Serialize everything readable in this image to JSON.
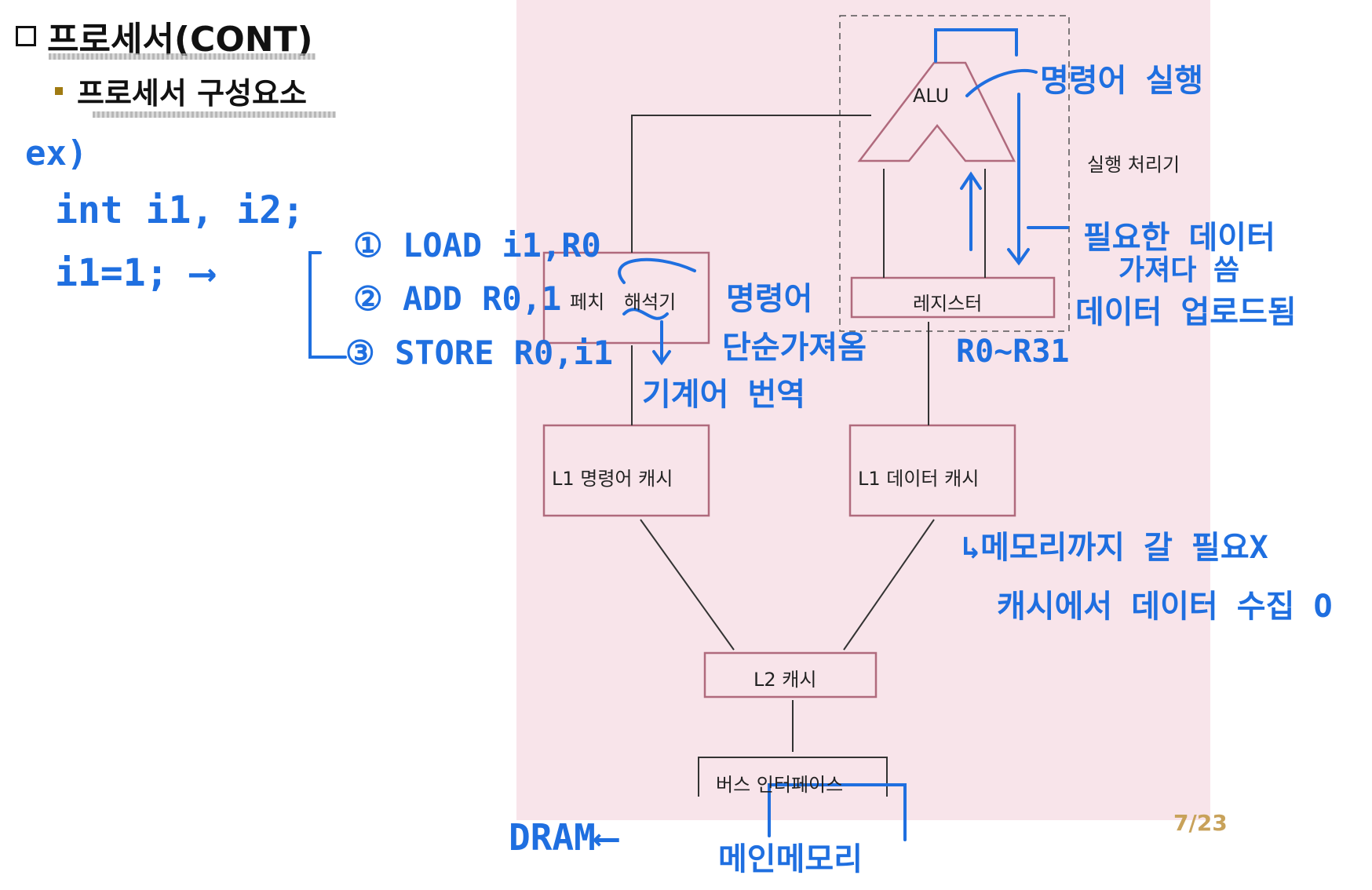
{
  "header": {
    "title": "프로세서(CONT)",
    "subtitle": "프로세서 구성요소"
  },
  "diagram": {
    "alu": "ALU",
    "execution_unit": "실행 처리기",
    "fetch_decoder_a": "페치",
    "fetch_decoder_b": "해석기",
    "register": "레지스터",
    "l1_instruction_cache": "L1 명령어 캐시",
    "l1_data_cache": "L1 데이터 캐시",
    "l2_cache": "L2 캐시",
    "bus_interface": "버스 인터페이스"
  },
  "notes": {
    "ex": "ex)",
    "decl": "int i1, i2;",
    "assign": "i1=1;  ⟶",
    "step1": "① LOAD i1,R0",
    "step2": "② ADD R0,1",
    "step3": "③ STORE R0,i1",
    "instr_exec": "명령어 실행",
    "instr_fetch_1": "명령어",
    "instr_fetch_2": "단순가져옴",
    "decode": "기계어 번역",
    "need_data_1": "필요한 데이터",
    "need_data_2": "가져다 씀",
    "data_upload": "데이터 업로드됨",
    "reg_range": "R0~R31",
    "no_memory": "↳메모리까지 갈 필요X",
    "cache_data": "캐시에서 데이터 수집 O",
    "dram": "DRAM⟵",
    "main_memory": "메인메모리"
  },
  "footer": {
    "page": "7/23"
  },
  "colors": {
    "pink_bg": "#f8e4ea",
    "box_stroke": "#b06a7d",
    "ink_blue": "#1f6fe0",
    "bullet": "#a07b12"
  }
}
